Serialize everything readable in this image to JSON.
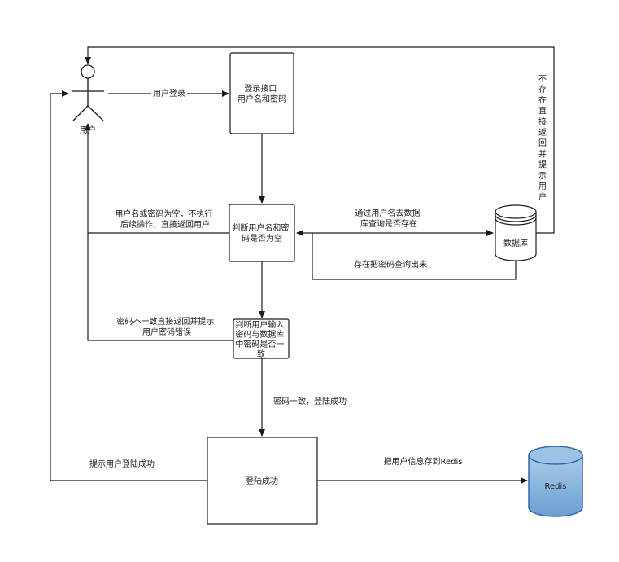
{
  "actor": {
    "label": "用户"
  },
  "nodes": {
    "login_api": [
      "登录接口",
      "用户名和密码"
    ],
    "check_empty": [
      "判断用户名和密",
      "码是否为空"
    ],
    "check_match": [
      "判断用户输入",
      "密码与数据库",
      "中密码是否一",
      "致"
    ],
    "login_success": "登陆成功",
    "database": "数据库",
    "redis": "Redis"
  },
  "edges": {
    "user_login": "用户登录",
    "empty_return": [
      "用户名或密码为空，不执行",
      "后续操作，直接返回用户"
    ],
    "query_db": [
      "通过用户名去数据",
      "库查询是否存在"
    ],
    "query_password": "存在把密码查询出来",
    "not_exist": "不存在直接返回并提示用户",
    "mismatch": [
      "密码不一致直接返回并提示",
      "用户密码错误"
    ],
    "match": "密码一致，登陆成功",
    "notify_success": "提示用户登陆成功",
    "save_redis": "把用户信息存到Redis"
  },
  "colors": {
    "line": "#1a1a1a",
    "redis_fill": "#7fb0dc",
    "redis_stroke": "#2f6aa8"
  }
}
